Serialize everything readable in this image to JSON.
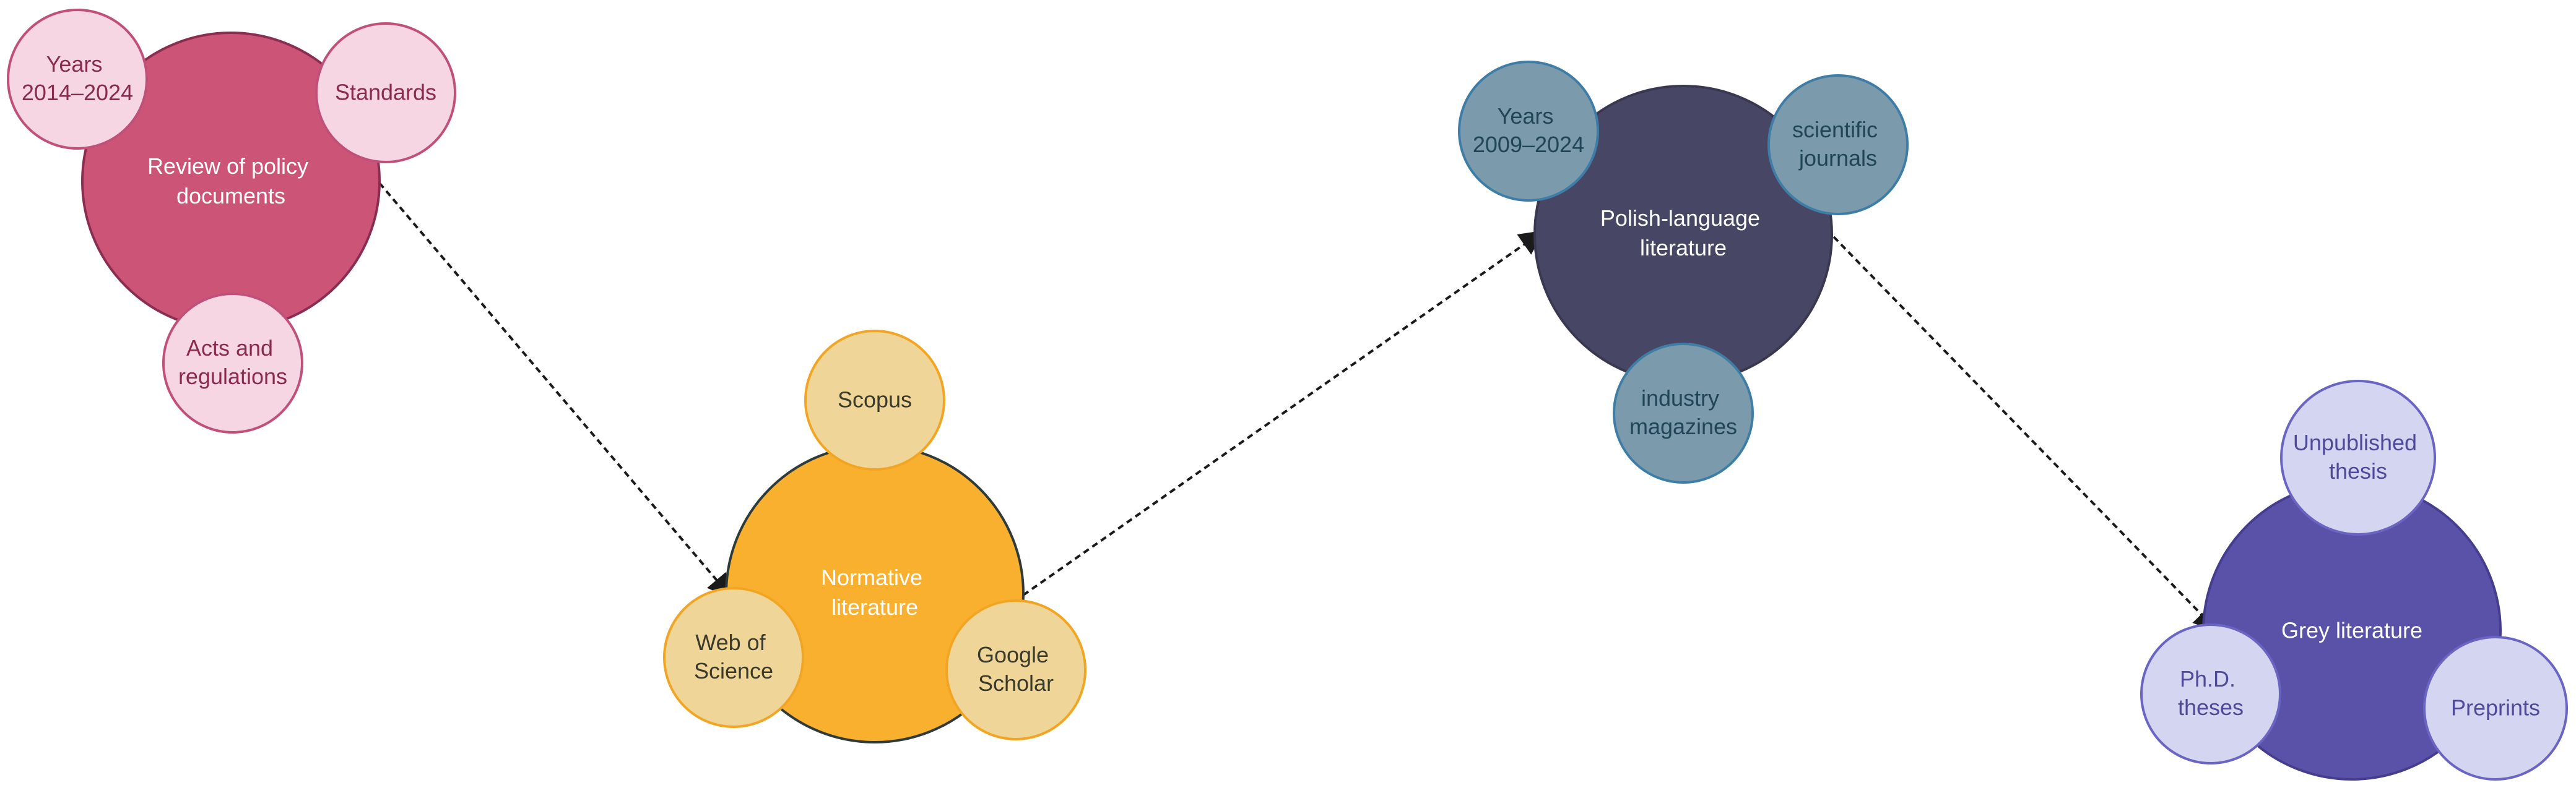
{
  "colors": {
    "policy_main": "#cc5577",
    "policy_sub_fill": "#f7d6e3",
    "policy_sub_text": "#8a2a4d",
    "normative_main": "#fab02f",
    "normative_sub_fill": "#f0d598",
    "normative_sub_text": "#3a3a2a",
    "polish_main": "#484665",
    "polish_sub_fill": "#7b9aab",
    "polish_sub_text": "#1f4557",
    "grey_main": "#5a52a8",
    "grey_sub_fill": "#d3d5f1",
    "grey_sub_text": "#4d4a9a",
    "connector": "#1a1a1a"
  },
  "clusters": {
    "policy": {
      "title": [
        "Review of policy",
        "documents"
      ],
      "years": [
        "Years",
        "2014–2024"
      ],
      "standards": [
        "Standards"
      ],
      "acts": [
        "Acts and",
        "regulations"
      ]
    },
    "normative": {
      "title": [
        "Normative",
        "literature"
      ],
      "scopus": [
        "Scopus"
      ],
      "wos": [
        "Web of",
        "Science"
      ],
      "scholar": [
        "Google",
        "Scholar"
      ]
    },
    "polish": {
      "title": [
        "Polish-language",
        "literature"
      ],
      "years": [
        "Years",
        "2009–2024"
      ],
      "journals": [
        "scientific",
        "journals"
      ],
      "magazines": [
        "industry",
        "magazines"
      ]
    },
    "grey": {
      "title": [
        "Grey literature"
      ],
      "unpublished": [
        "Unpublished",
        "thesis"
      ],
      "phd": [
        "Ph.D.",
        "theses"
      ],
      "preprints": [
        "Preprints"
      ]
    }
  }
}
